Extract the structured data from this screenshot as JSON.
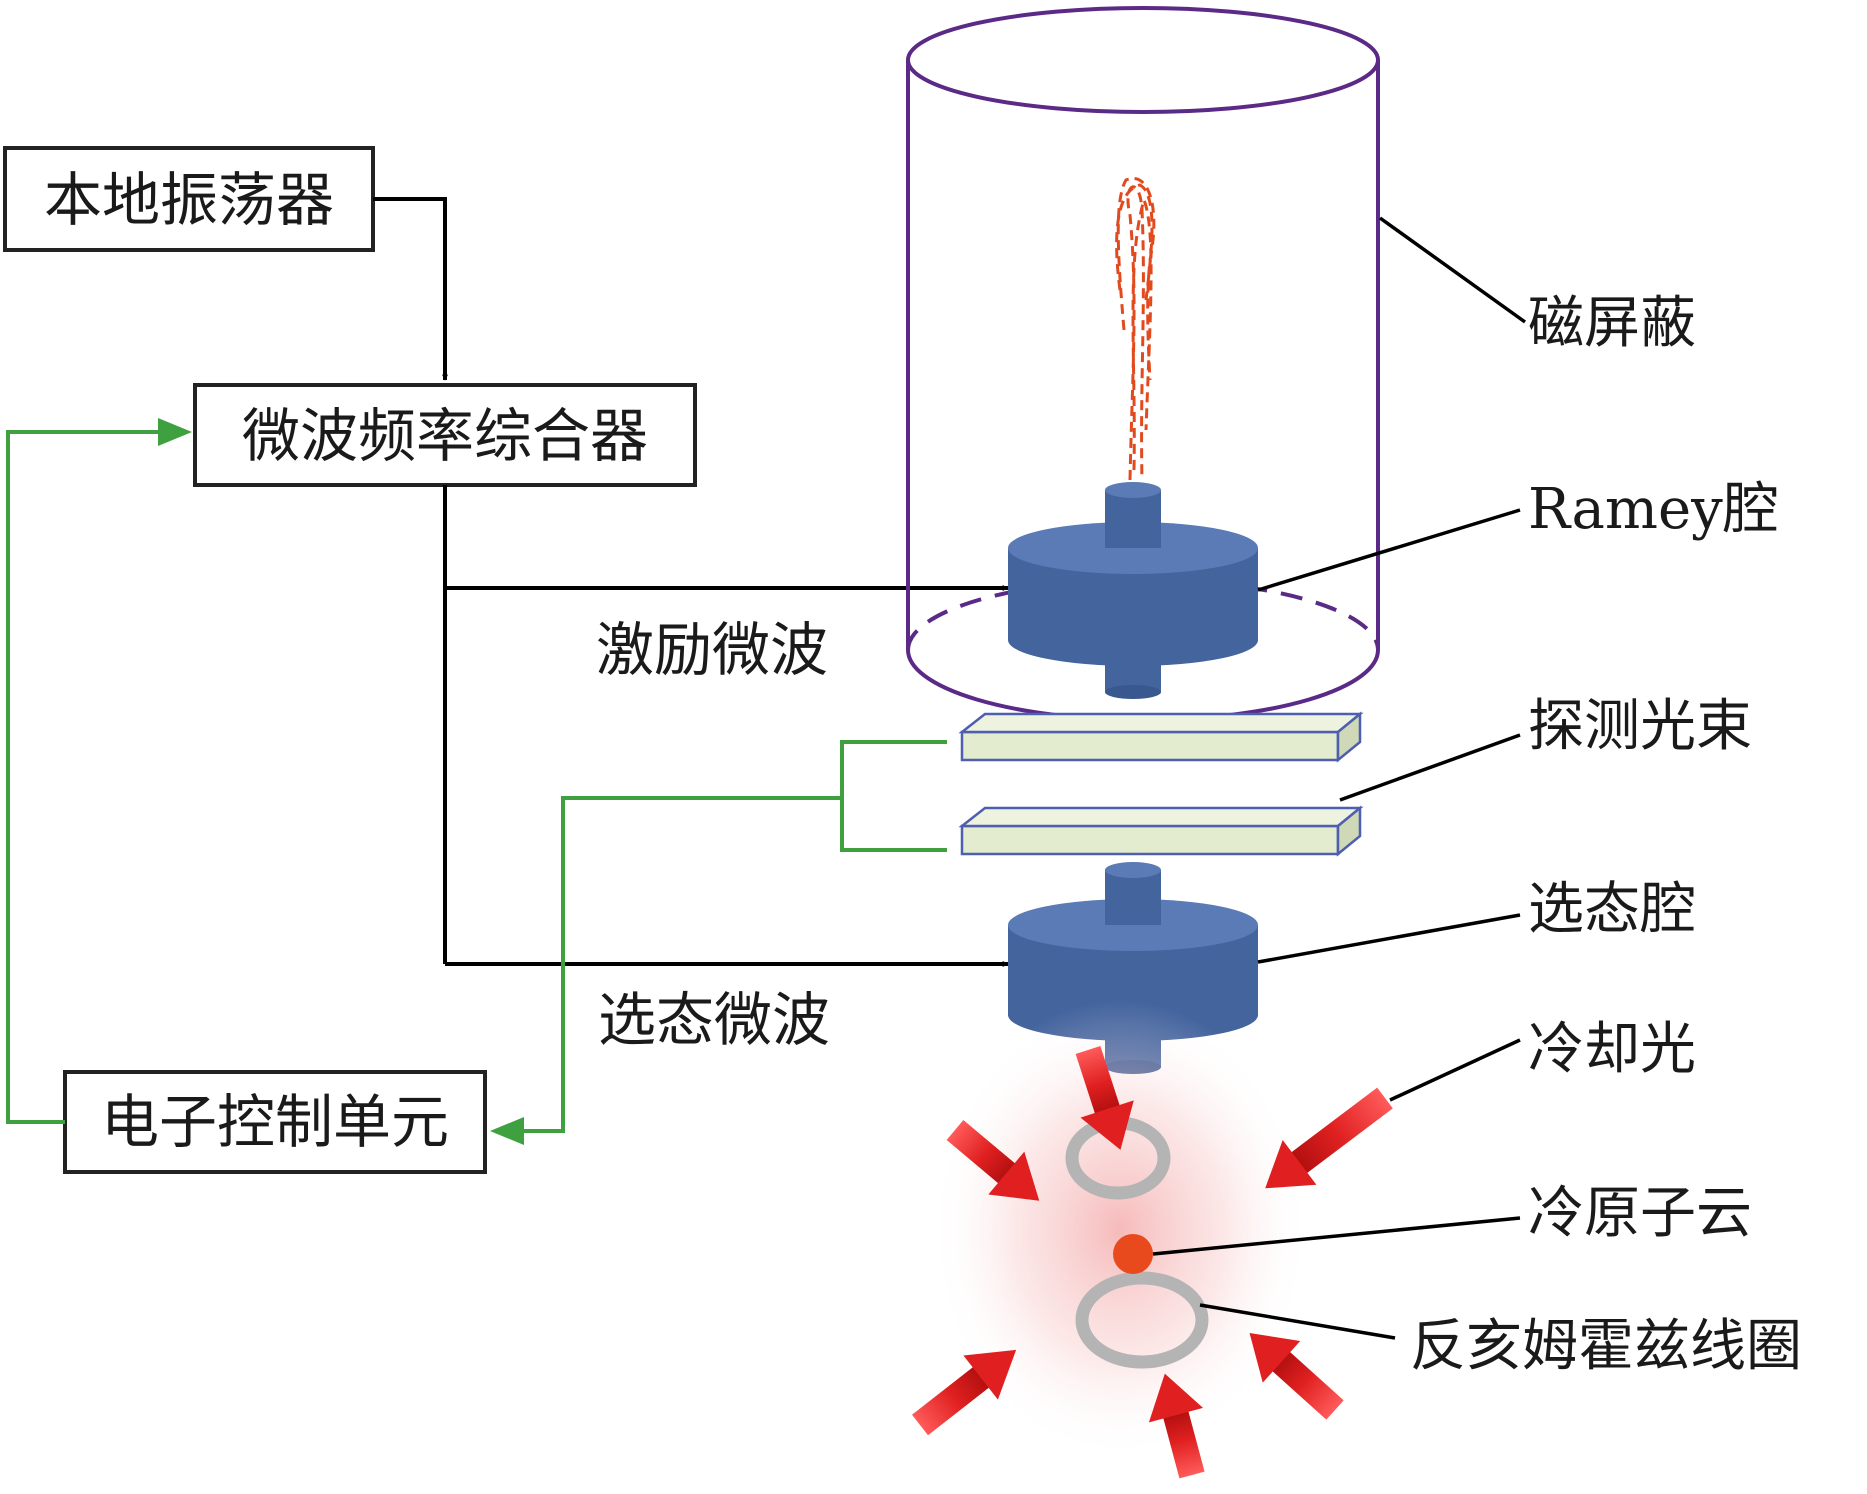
{
  "blocks": {
    "local_oscillator": "本地振荡器",
    "synthesizer": "微波频率综合器",
    "control_unit": "电子控制单元"
  },
  "signals": {
    "excitation": "激励微波",
    "state_selection": "选态微波"
  },
  "components": {
    "magnetic_shield": "磁屏蔽",
    "ramey_cavity": "Ramey腔",
    "probe_beam": "探测光束",
    "selection_cavity": "选态腔",
    "cooling_light": "冷却光",
    "cold_atom_cloud": "冷原子云",
    "anti_helmholtz_coils": "反亥姆霍兹线圈"
  },
  "colors": {
    "signal_line": "#000000",
    "control_line": "#3fa03f",
    "shield": "#5b2a86",
    "cavity": "#44649e",
    "probe_beam": "#e3eccf",
    "atom_trajectory": "#e24a1e",
    "cooling_arrow": "#e02020",
    "coil": "#b4b4b4",
    "atom_cloud": "#e8491d"
  }
}
